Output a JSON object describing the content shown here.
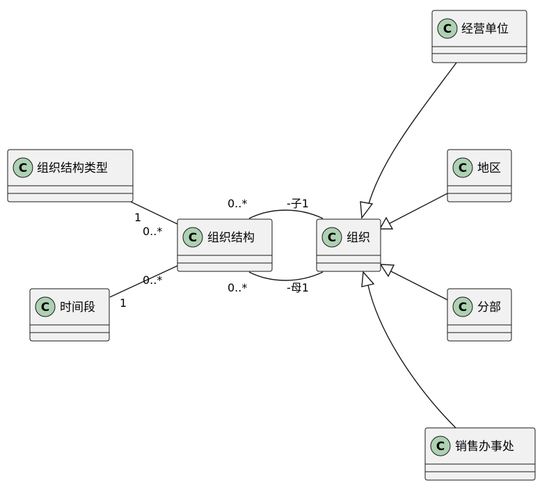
{
  "diagram": {
    "classes": {
      "business_unit": "经营单位",
      "org_structure_type": "组织结构类型",
      "region": "地区",
      "org_structure": "组织结构",
      "organization": "组织",
      "time_period": "时间段",
      "branch": "分部",
      "sales_office": "销售办事处"
    },
    "class_marker": "C",
    "multiplicities": {
      "type_end": "1",
      "struct_from_type": "0..*",
      "struct_from_time": "0..*",
      "time_end": "1",
      "struct_top": "0..*",
      "child_role": "-子1",
      "struct_bottom": "0..*",
      "parent_role": "-母1"
    },
    "colors": {
      "class_fill": "#f1f1f1",
      "badge_fill": "#add1b2",
      "stroke": "#181818"
    }
  }
}
